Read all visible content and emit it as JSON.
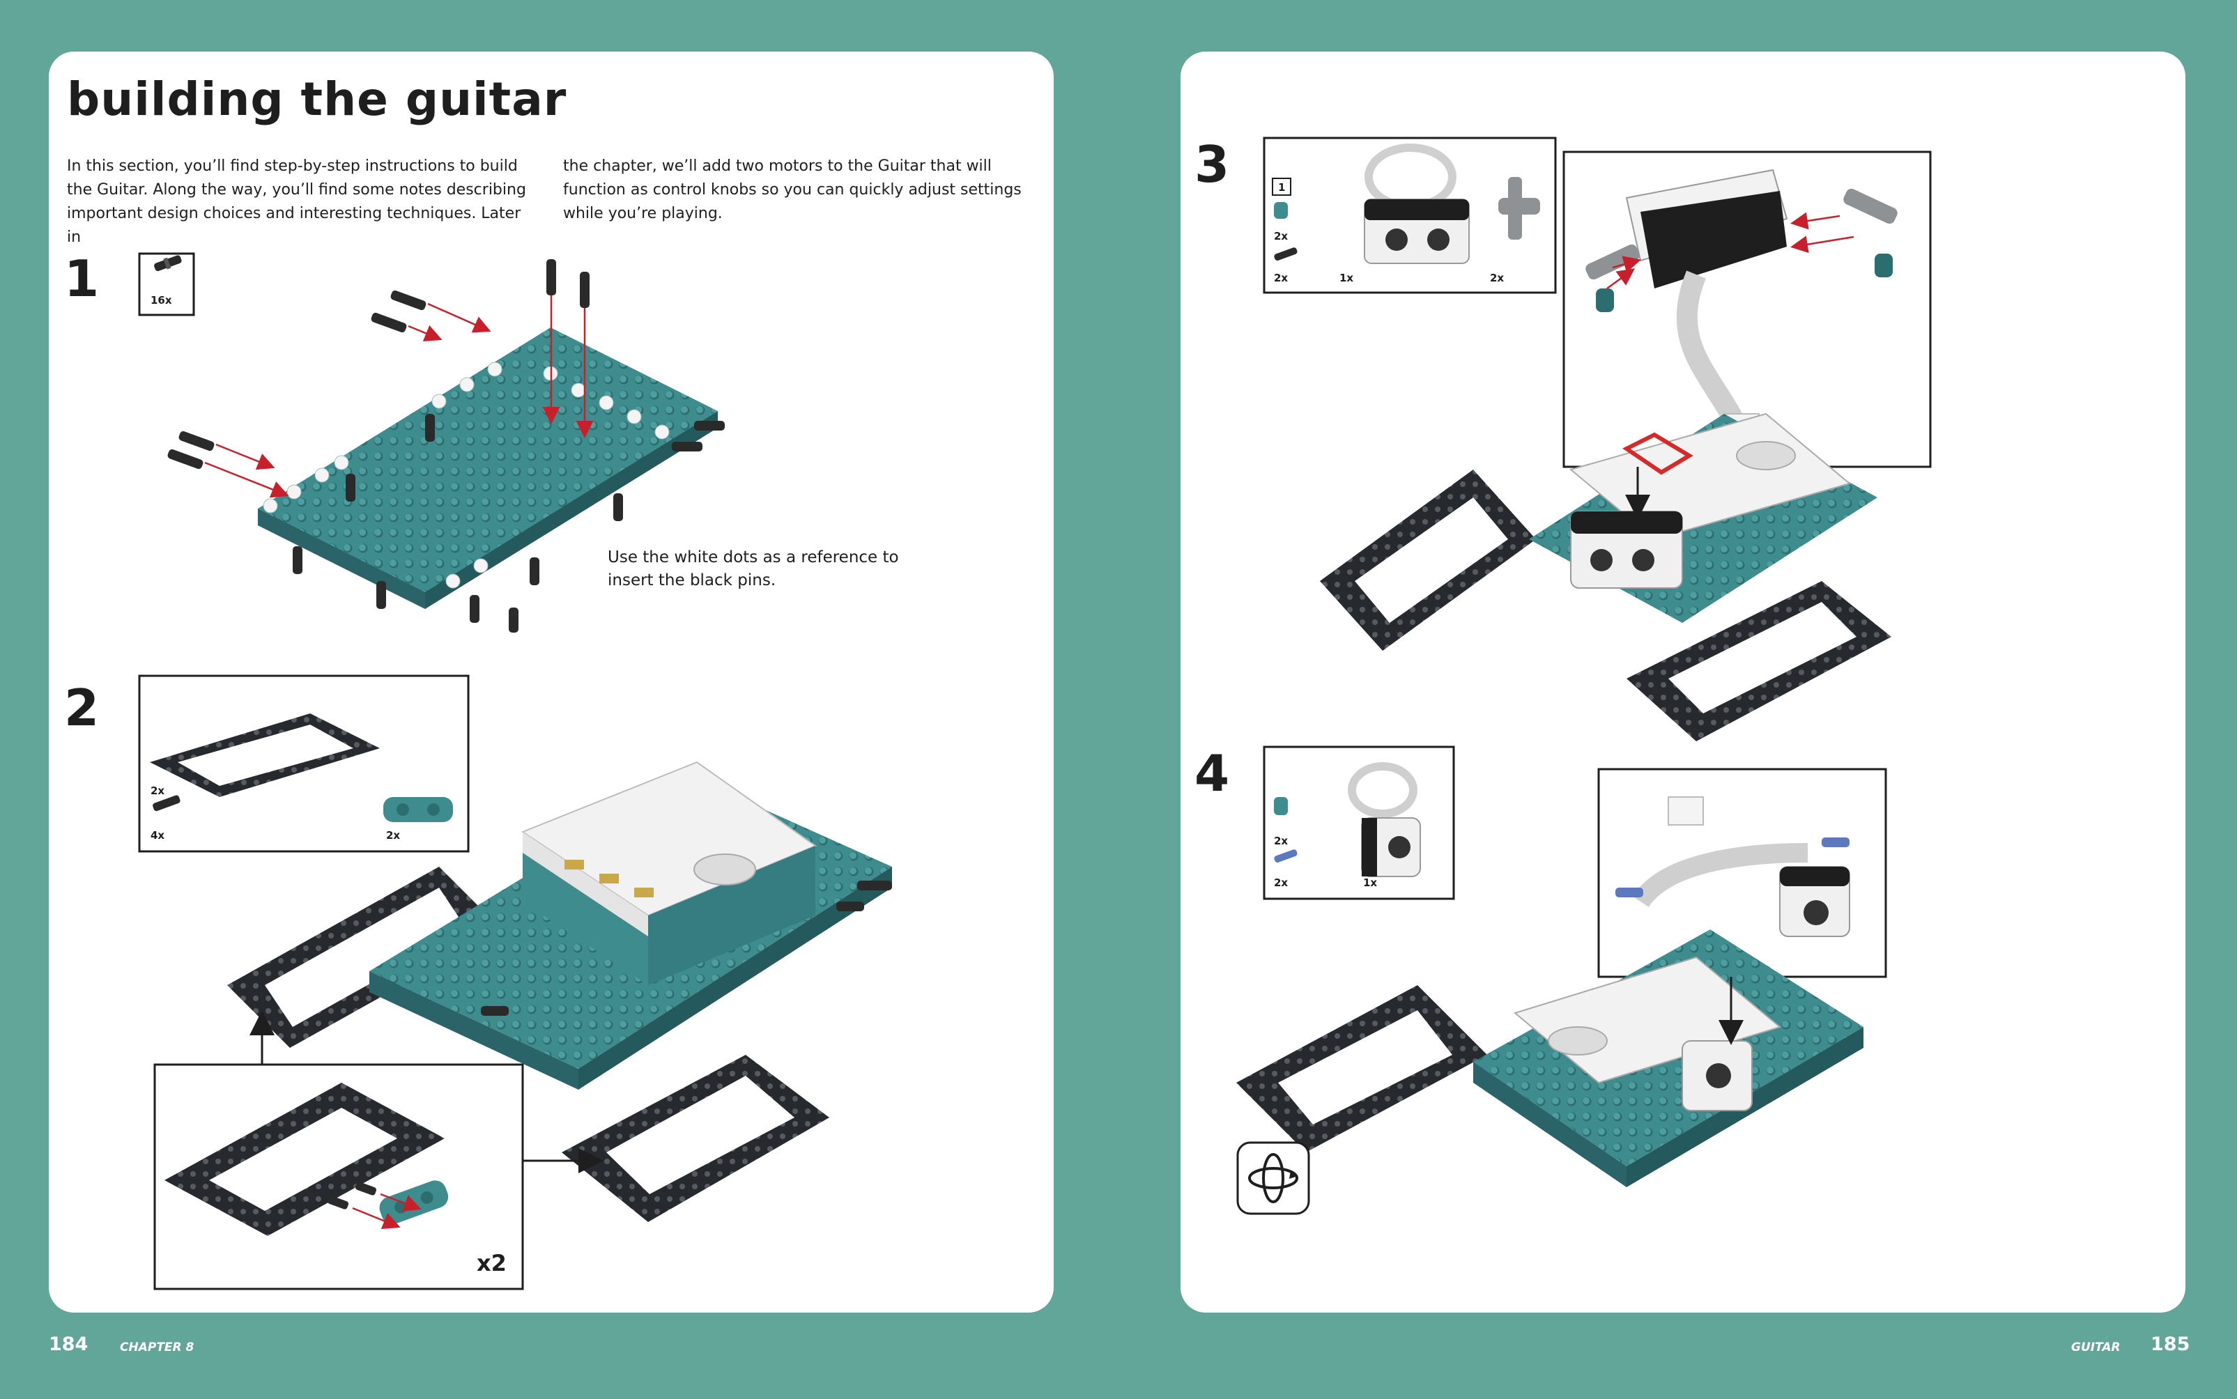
{
  "left_page": {
    "title": "building the guitar",
    "intro_col1": "In this section, you’ll find step-by-step instructions to build the Guitar. Along the way, you’ll find some notes describing important design choices and interesting techniques. Later in",
    "intro_col2": "the chapter, we’ll add two motors to the Guitar that will function as control knobs so you can quickly adjust settings while you’re playing.",
    "step1": {
      "number": "1",
      "parts_qty": "16x"
    },
    "note": "Use the white dots as a reference to insert the black pins.",
    "step2": {
      "number": "2",
      "parts_qty": [
        "2x",
        "4x",
        "2x"
      ],
      "repeat_label": "x2"
    },
    "footer": {
      "page_number": "184",
      "running_head": "CHAPTER 8"
    }
  },
  "right_page": {
    "step3": {
      "number": "3",
      "parts_qty": [
        "1",
        "2x",
        "2x",
        "1x",
        "2x"
      ]
    },
    "step4": {
      "number": "4",
      "parts_qty": [
        "2x",
        "2x",
        "1x"
      ]
    },
    "rotate_icon": "rotate-model-icon",
    "footer": {
      "page_number": "185",
      "running_head": "GUITAR"
    }
  },
  "colors": {
    "background": "#62a69a",
    "page": "#ffffff",
    "brick_teal": "#3f8c8e",
    "brick_teal_dark": "#2c6d70",
    "frame_black": "#262a2e",
    "hub_white": "#ececec",
    "arrow_red": "#c8202b",
    "highlight_red": "#d42a2a"
  }
}
